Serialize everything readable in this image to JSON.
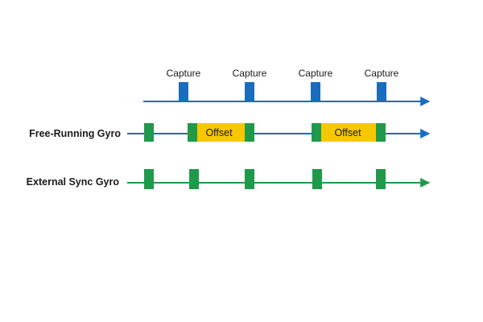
{
  "colors": {
    "capture": "#1a6cbf",
    "gyro": "#1f9a4a",
    "offset": "#f7c800",
    "text": "#1a1a1a"
  },
  "capture_row": {
    "label": "Capture"
  },
  "free_running_row": {
    "label": "Free-Running Gyro",
    "offset_label": "Offset"
  },
  "external_sync_row": {
    "label": "External Sync Gyro"
  }
}
